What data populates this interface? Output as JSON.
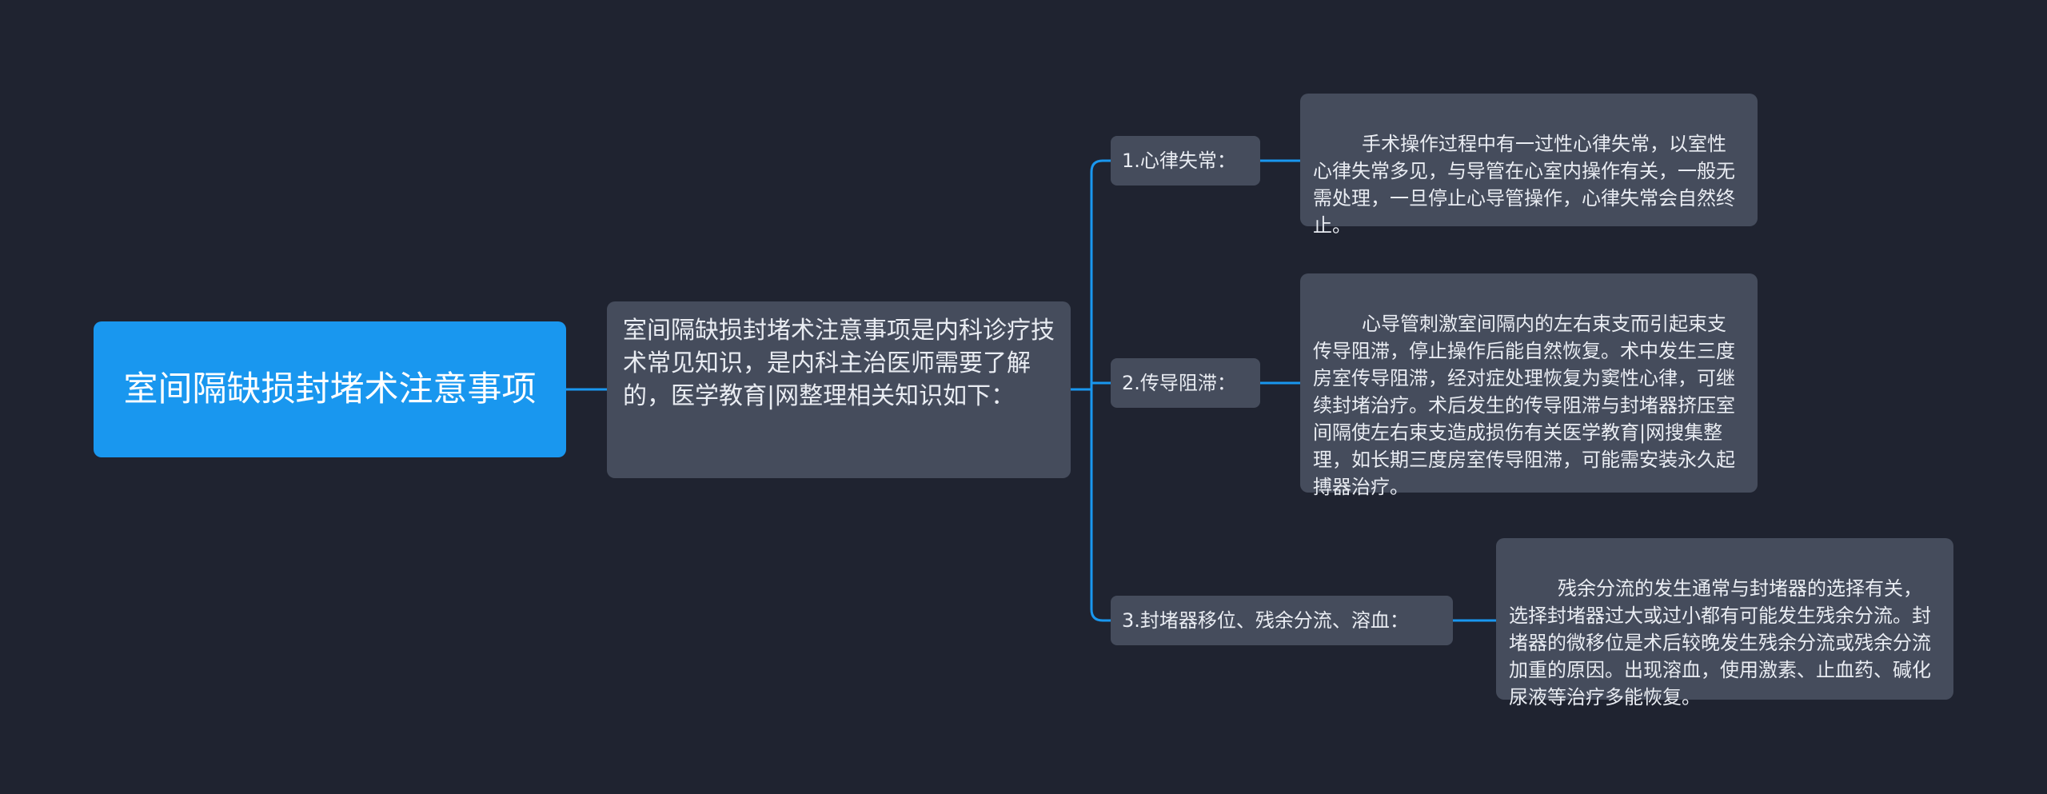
{
  "mindmap": {
    "root": {
      "label": "室间隔缺损封堵术注意事项"
    },
    "summary": {
      "text": "室间隔缺损封堵术注意事项是内科诊疗技术常见知识，是内科主治医师需要了解的，医学教育|网整理相关知识如下："
    },
    "branches": [
      {
        "label": "1.心律失常：",
        "detail": "    手术操作过程中有一过性心律失常，以室性心律失常多见，与导管在心室内操作有关，一般无需处理，一旦停止心导管操作，心律失常会自然终止。"
      },
      {
        "label": "2.传导阻滞：",
        "detail": "    心导管刺激室间隔内的左右束支而引起束支传导阻滞，停止操作后能自然恢复。术中发生三度房室传导阻滞，经对症处理恢复为窦性心律，可继续封堵治疗。术后发生的传导阻滞与封堵器挤压室间隔使左右束支造成损伤有关医学教育|网搜集整理，如长期三度房室传导阻滞，可能需安装永久起搏器治疗。"
      },
      {
        "label": "3.封堵器移位、残余分流、溶血：",
        "detail": "    残余分流的发生通常与封堵器的选择有关，选择封堵器过大或过小都有可能发生残余分流。封堵器的微移位是术后较晚发生残余分流或残余分流加重的原因。出现溶血，使用激素、止血药、碱化尿液等治疗多能恢复。"
      }
    ]
  },
  "colors": {
    "background": "#1f2330",
    "root_fill": "#1997ef",
    "node_fill": "#454c5c",
    "connector": "#1997ef",
    "text": "#e9ecf2"
  }
}
